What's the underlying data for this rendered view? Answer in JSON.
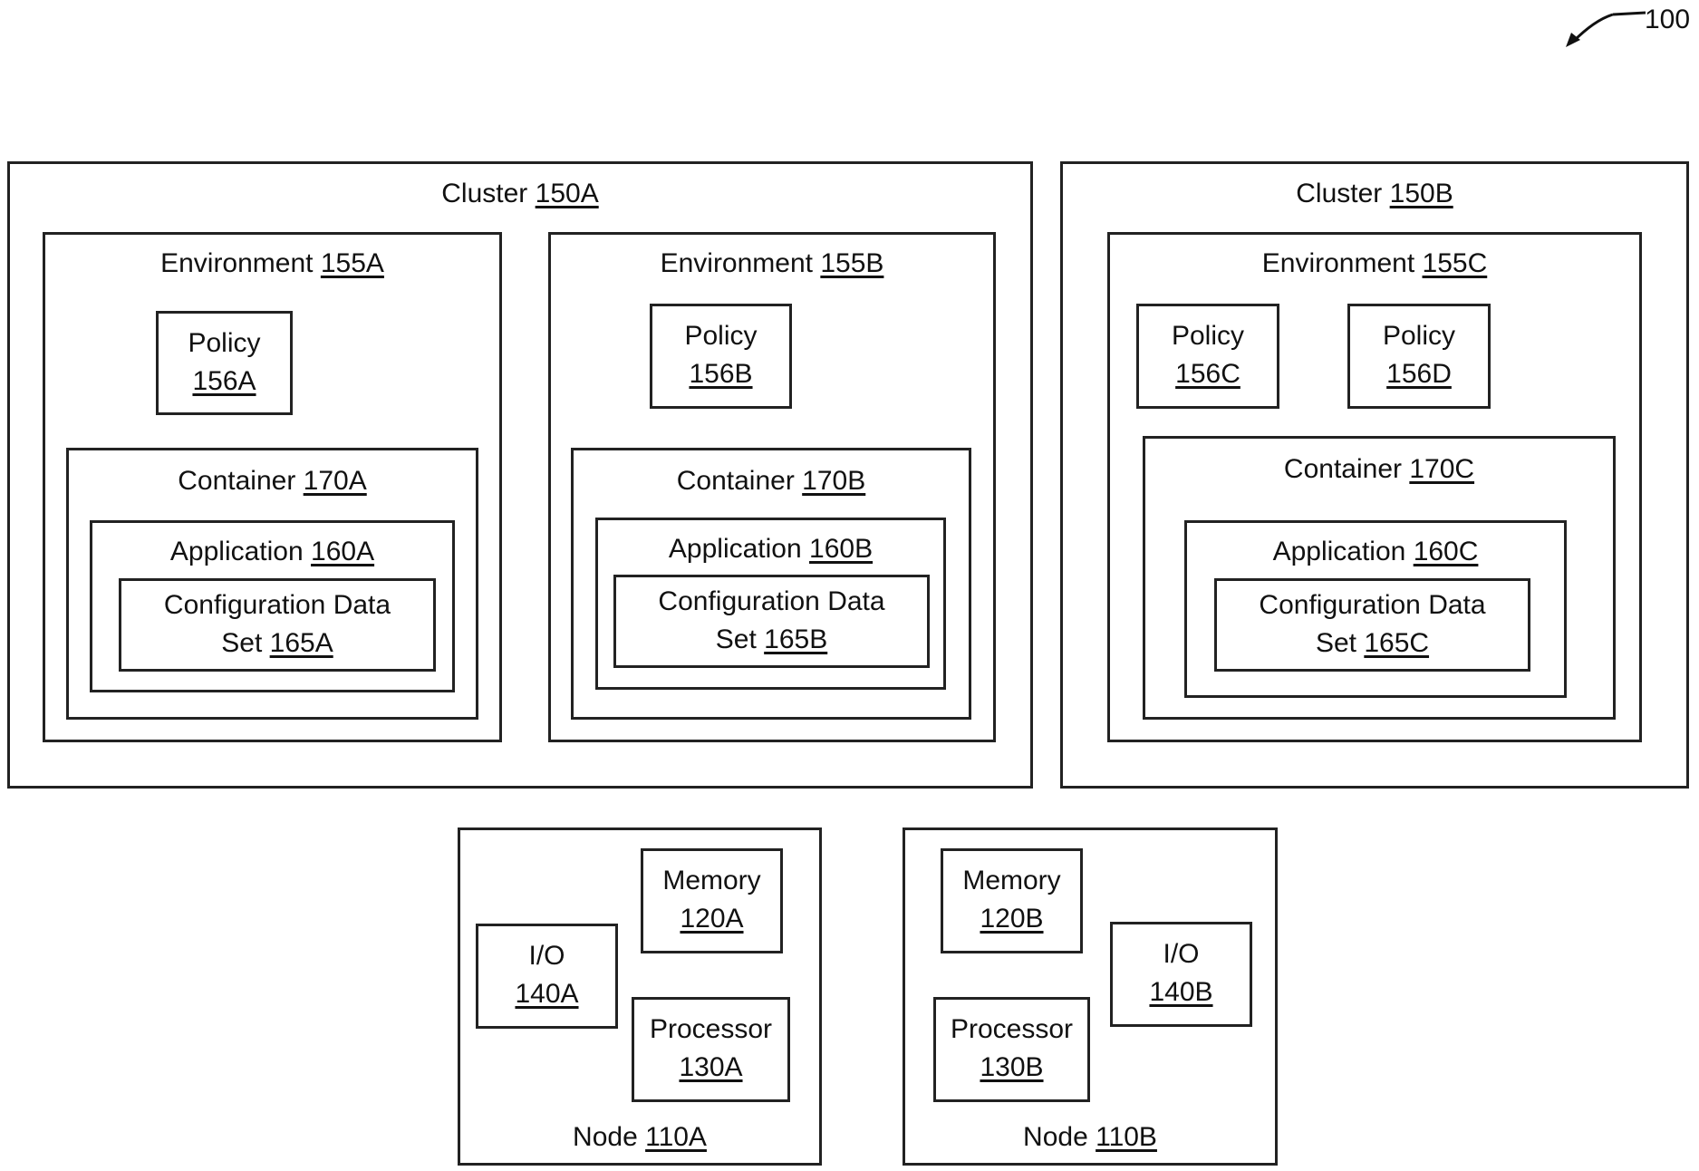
{
  "figure": {
    "ref": "100"
  },
  "clusters": [
    {
      "title": "Cluster",
      "ref": "150A",
      "environments": [
        {
          "title": "Environment",
          "ref": "155A",
          "policies": [
            {
              "title": "Policy",
              "ref": "156A"
            }
          ],
          "container": {
            "title": "Container",
            "ref": "170A"
          },
          "application": {
            "title": "Application",
            "ref": "160A"
          },
          "config": {
            "line1": "Configuration Data",
            "line2": "Set",
            "ref": "165A"
          }
        },
        {
          "title": "Environment",
          "ref": "155B",
          "policies": [
            {
              "title": "Policy",
              "ref": "156B"
            }
          ],
          "container": {
            "title": "Container",
            "ref": "170B"
          },
          "application": {
            "title": "Application",
            "ref": "160B"
          },
          "config": {
            "line1": "Configuration Data",
            "line2": "Set",
            "ref": "165B"
          }
        }
      ]
    },
    {
      "title": "Cluster",
      "ref": "150B",
      "environments": [
        {
          "title": "Environment",
          "ref": "155C",
          "policies": [
            {
              "title": "Policy",
              "ref": "156C"
            },
            {
              "title": "Policy",
              "ref": "156D"
            }
          ],
          "container": {
            "title": "Container",
            "ref": "170C"
          },
          "application": {
            "title": "Application",
            "ref": "160C"
          },
          "config": {
            "line1": "Configuration Data",
            "line2": "Set",
            "ref": "165C"
          }
        }
      ]
    }
  ],
  "nodes": [
    {
      "title": "Node",
      "ref": "110A",
      "memory": {
        "title": "Memory",
        "ref": "120A"
      },
      "io": {
        "title": "I/O",
        "ref": "140A"
      },
      "processor": {
        "title": "Processor",
        "ref": "130A"
      }
    },
    {
      "title": "Node",
      "ref": "110B",
      "memory": {
        "title": "Memory",
        "ref": "120B"
      },
      "io": {
        "title": "I/O",
        "ref": "140B"
      },
      "processor": {
        "title": "Processor",
        "ref": "130B"
      }
    }
  ]
}
